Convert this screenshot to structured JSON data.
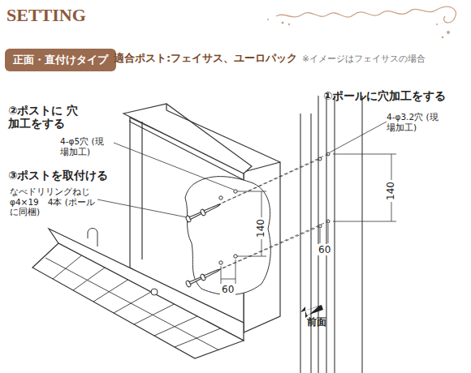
{
  "diagram": {
    "title": "SETTING",
    "nodes": [
      {
        "text": [
          "正面・直付けタイプ"
        ]
      }
    ],
    "edges": [],
    "labels": [
      "適合ポスト:フェイサス、ユーロパック",
      "※イメージはフェイサスの場合",
      "①ポールに穴加工をする",
      "4-φ3.2穴 (現場加工)",
      "②ポストに 穴加工をする",
      "4-φ5穴 (現場加工)",
      "③ポストを取付ける",
      "なべドリリングねじ φ4×19　4本 (ポールに同梱)",
      "140",
      "60",
      "140",
      "60",
      "前面"
    ]
  }
}
